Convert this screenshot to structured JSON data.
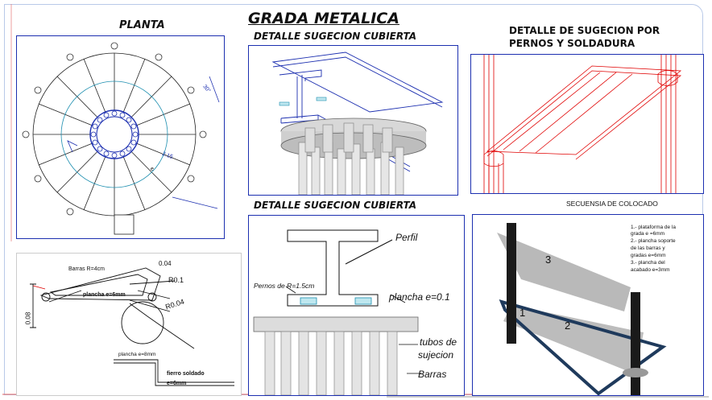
{
  "drawing": {
    "main_title": "GRADA METALICA"
  },
  "planta": {
    "title": "PLANTA",
    "dim_a": "30°",
    "dim_b": "2.15",
    "dim_c": "e"
  },
  "detail_top": {
    "title": "DETALLE SUGECION CUBIERTA"
  },
  "detail_right": {
    "title_line1": "DETALLE DE SUGECION POR",
    "title_line2": "PERNOS Y SOLDADURA"
  },
  "detail_bottom_center": {
    "title": "DETALLE SUGECION CUBIERTA",
    "perfil": "Perfil",
    "pernos": "Pernos de R=1.5cm",
    "plancha": "plancha e=0.1",
    "tubos_1": "tubos de",
    "tubos_2": "sujecion",
    "barras": "Barras"
  },
  "detail_bottom_left": {
    "barras_r": "Barras R=4cm",
    "dim_004_top": "0.04",
    "plancha_6mm": "plancha e=6mm",
    "r01": "R0.1",
    "r004": "R0.04",
    "dim_008": "0.08",
    "plancha_8mm": "plancha e=8mm",
    "fierro_1": "fierro soldado",
    "fierro_2": "e=6mm"
  },
  "sequence": {
    "title": "SECUENSIA DE COLOCADO",
    "n1": "1",
    "n2": "2",
    "n3": "3",
    "notes": [
      "1.- plataforma de la",
      "grada e =6mm",
      "2.- plancha soporte",
      "de las barras y",
      "gradas e=6mm",
      "3.- plancha del",
      "acabado e=3mm"
    ]
  },
  "colors": {
    "panel_border": "#1c2fb0",
    "cad_red": "#e00000",
    "cad_cyan": "#1e8fb0",
    "cad_blue": "#1c2fb0"
  }
}
